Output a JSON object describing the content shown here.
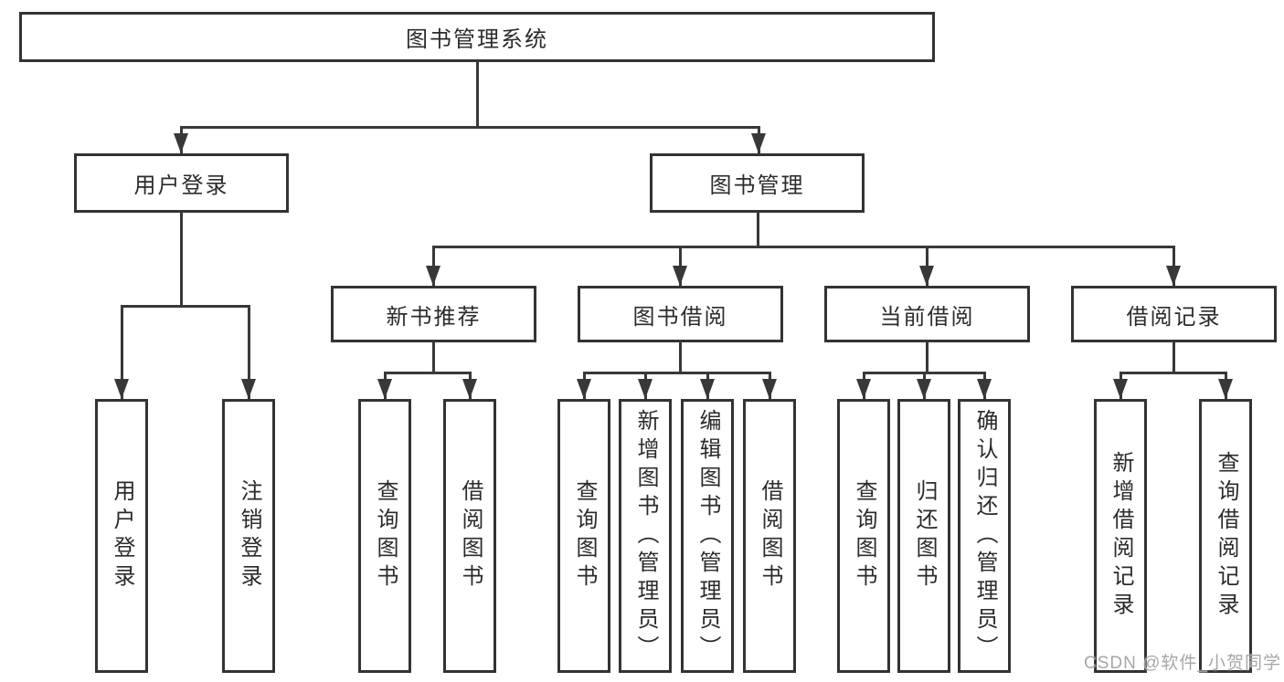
{
  "diagram": {
    "root": "图书管理系统",
    "l2": [
      "用户登录",
      "图书管理"
    ],
    "l3": [
      "新书推荐",
      "图书借阅",
      "当前借阅",
      "借阅记录"
    ],
    "leaves": [
      "用户登录",
      "注销登录",
      "查询图书",
      "借阅图书",
      "查询图书",
      "新增图书（管理员）",
      "编辑图书（管理员）",
      "借阅图书",
      "查询图书",
      "归还图书",
      "确认归还（管理员）",
      "新增借阅记录",
      "查询借阅记录"
    ],
    "watermark": "CSDN @软件_小贺同学",
    "colors": {
      "line": "#383838",
      "box_border": "#333333",
      "text": "#2b2b2b",
      "watermark": "#9e9e9e",
      "background": "#ffffff"
    }
  }
}
